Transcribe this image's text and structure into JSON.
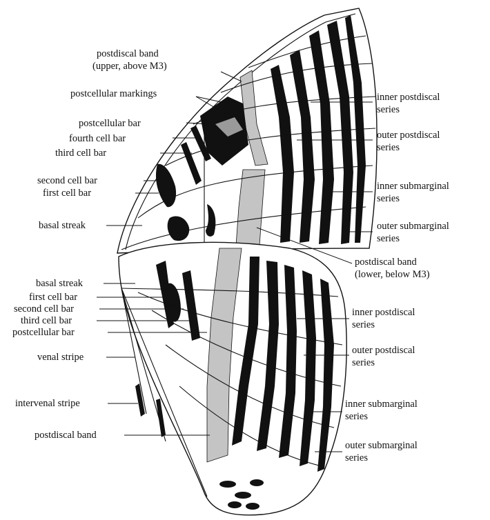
{
  "diagram": {
    "colors": {
      "ink": "#111111",
      "gray": "#c4c4c4",
      "paper": "#ffffff"
    },
    "forewing": {
      "labels_left": {
        "postdiscal_upper_1": "postdiscal band",
        "postdiscal_upper_2": "(upper, above M3)",
        "postcellular_markings": "postcellular markings",
        "postcellular_bar": "postcellular bar",
        "fourth_cell_bar": "fourth cell bar",
        "third_cell_bar": "third cell bar",
        "second_cell_bar": "second cell bar",
        "first_cell_bar": "first cell bar",
        "basal_streak": "basal streak"
      },
      "labels_right": {
        "inner_postdiscal_1": "inner postdiscal",
        "inner_postdiscal_2": "series",
        "outer_postdiscal_1": "outer postdiscal",
        "outer_postdiscal_2": "series",
        "inner_submarginal_1": "inner submarginal",
        "inner_submarginal_2": "series",
        "outer_submarginal_1": "outer submarginal",
        "outer_submarginal_2": "series",
        "postdiscal_lower_1": "postdiscal band",
        "postdiscal_lower_2": "(lower, below M3)"
      }
    },
    "hindwing": {
      "labels_left": {
        "basal_streak": "basal streak",
        "first_cell_bar": "first cell bar",
        "second_cell_bar": "second cell bar",
        "third_cell_bar": "third cell bar",
        "postcellular_bar": "postcellular bar",
        "venal_stripe": "venal stripe",
        "intervenal_stripe": "intervenal stripe",
        "postdiscal_band": "postdiscal band"
      },
      "labels_right": {
        "inner_postdiscal_1": "inner postdiscal",
        "inner_postdiscal_2": "series",
        "outer_postdiscal_1": "outer postdiscal",
        "outer_postdiscal_2": "series",
        "inner_submarginal_1": "inner submarginal",
        "inner_submarginal_2": "series",
        "outer_submarginal_1": "outer submarginal",
        "outer_submarginal_2": "series"
      }
    }
  }
}
